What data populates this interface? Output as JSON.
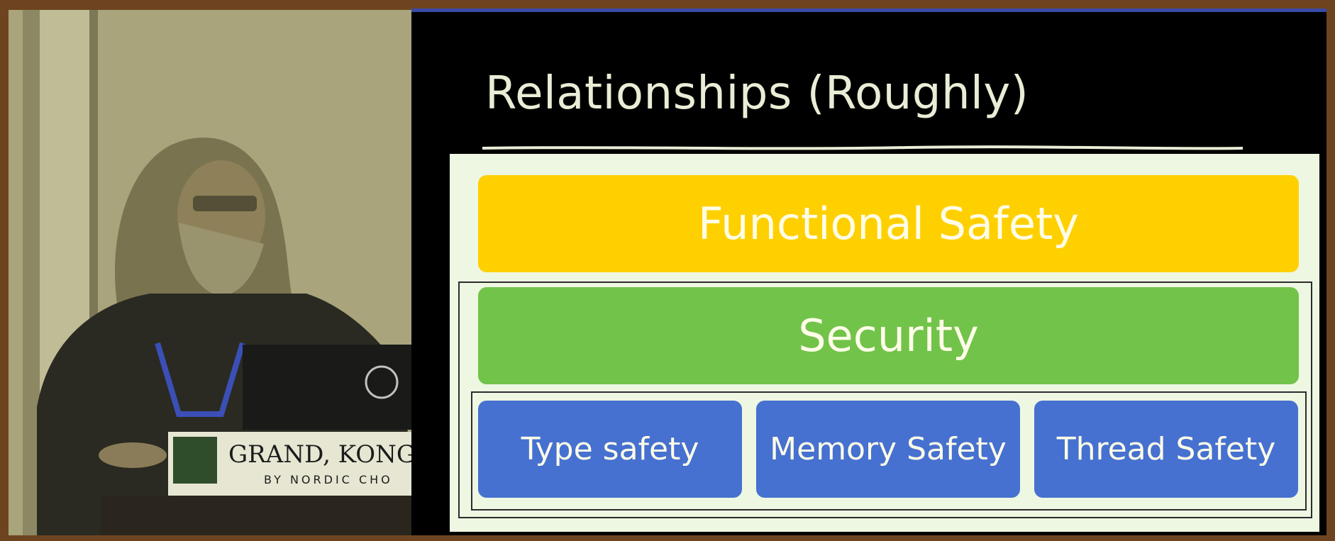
{
  "slide": {
    "title": "Relationships (Roughly)",
    "layers": {
      "top": "Functional Safety",
      "middle": "Security",
      "bottom": [
        "Type safety",
        "Memory Safety",
        "Thread Safety"
      ]
    }
  },
  "speaker_video": {
    "banner_line1": "GRAND, KONGS",
    "banner_line2": "BY NORDIC CHO"
  },
  "colors": {
    "functional_safety": "#ffd000",
    "security": "#72c34a",
    "bottom_boxes": "#4671d0",
    "slide_background": "#000000",
    "diagram_background": "#eef7e2"
  }
}
